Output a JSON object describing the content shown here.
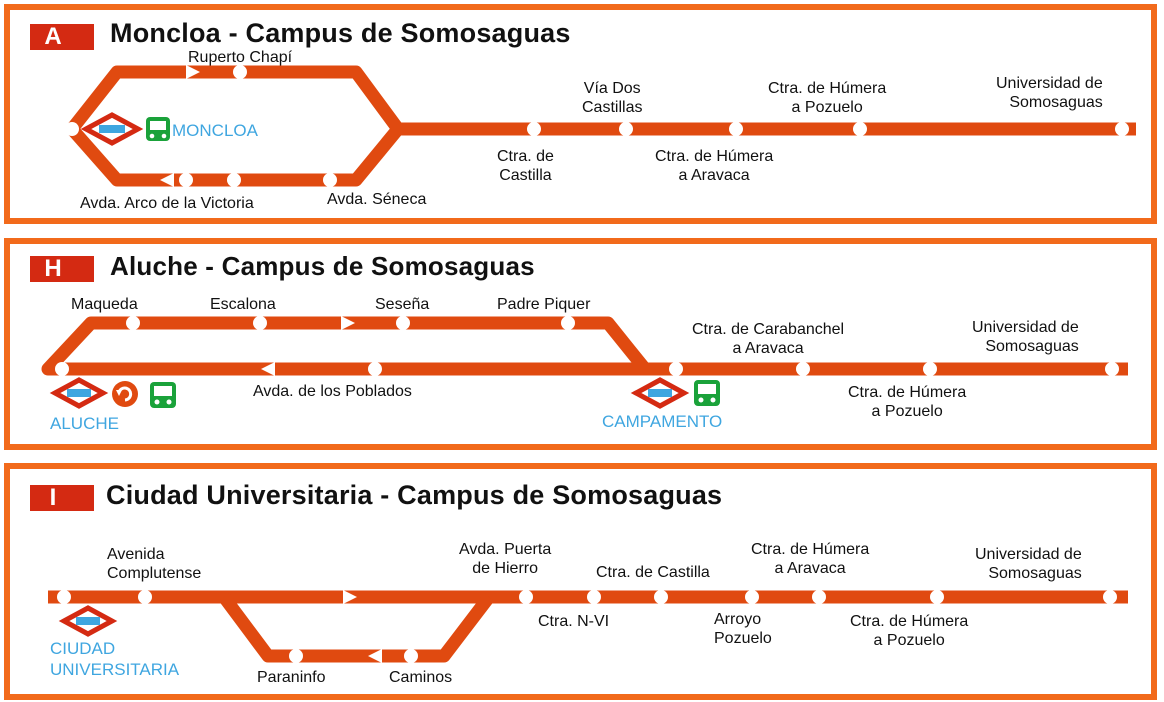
{
  "colors": {
    "border": "#f26a1b",
    "line": "#e04a10",
    "badge": "#d42a12",
    "metro_blue": "#3fa6e0",
    "bus_green": "#1aa23a"
  },
  "routes": [
    {
      "letter": "A",
      "title": "Moncloa - Campus de Somosaguas",
      "labels": {
        "ruperto": "Ruperto Chapí",
        "via_dos": "Vía Dos\nCastillas",
        "humera_pozuelo": "Ctra. de Húmera\na Pozuelo",
        "universidad": "Universidad de\nSomosaguas",
        "ctra_castilla": "Ctra. de\nCastilla",
        "humera_aravaca": "Ctra. de Húmera\na Aravaca",
        "arco": "Avda. Arco de la Victoria",
        "seneca": "Avda. Séneca",
        "moncloa": "MONCLOA"
      }
    },
    {
      "letter": "H",
      "title": "Aluche - Campus de Somosaguas",
      "labels": {
        "maqueda": "Maqueda",
        "escalona": "Escalona",
        "sesena": "Seseña",
        "padre_piquer": "Padre Piquer",
        "carabanchel": "Ctra. de Carabanchel\na Aravaca",
        "universidad": "Universidad de\nSomosaguas",
        "poblados": "Avda. de los Poblados",
        "humera_pozuelo": "Ctra. de Húmera\na Pozuelo",
        "aluche": "ALUCHE",
        "campamento": "CAMPAMENTO"
      }
    },
    {
      "letter": "I",
      "title": "Ciudad Universitaria - Campus de Somosaguas",
      "labels": {
        "avenida": "Avenida\nComplutense",
        "puerta": "Avda. Puerta\nde Hierro",
        "castilla": "Ctra. de Castilla",
        "humera_aravaca": "Ctra. de Húmera\na Aravaca",
        "universidad": "Universidad de\nSomosaguas",
        "n6": "Ctra. N-VI",
        "arroyo": "Arroyo\nPozuelo",
        "humera_pozuelo": "Ctra. de Húmera\na Pozuelo",
        "ciudad": "CIUDAD\nUNIVERSITARIA",
        "paraninfo": "Paraninfo",
        "caminos": "Caminos"
      }
    }
  ],
  "icons": [
    "metro-logo-icon",
    "bus-icon",
    "interchange-icon",
    "direction-arrow-icon",
    "stop-icon"
  ]
}
